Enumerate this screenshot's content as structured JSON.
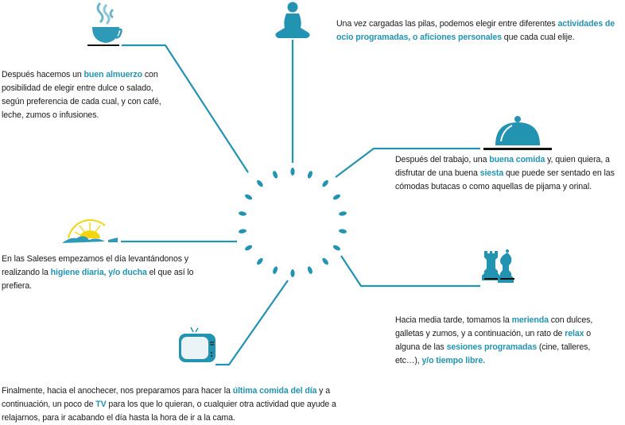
{
  "accent_color": "#2293b1",
  "steps": {
    "morning": {
      "icon": "sunrise-icon",
      "t1": "En las Saleses empezamos el día levantándonos y realizando la ",
      "h1": "higiene diaria, y/o ducha",
      "t2": " el que así lo prefiera."
    },
    "lunch": {
      "icon": "coffee-cup-icon",
      "t1": "Después hacemos un ",
      "h1": "buen almuerzo",
      "t2": " con posibilidad de elegir entre dulce o salado, según preferencia de cada cual, y con café, leche, zumos o infusiones."
    },
    "leisure": {
      "icon": "meditation-icon",
      "t1": "Una vez cargadas las pilas, podemos elegir entre diferentes ",
      "h1": "actividades de ocio programadas, o aficiones personales",
      "t2": " que cada cual elije."
    },
    "meal": {
      "icon": "serving-dome-icon",
      "t1": "Después del trabajo, una ",
      "h1": "buena comida",
      "t2": " y, quien quiera, a disfrutar de una buena ",
      "h2": "siesta",
      "t3": " que puede ser sentado en las cómodas butacas o como aquellas de pijama y orinal."
    },
    "afternoon": {
      "icon": "chess-pieces-icon",
      "t1": "Hacia media tarde, tomamos la ",
      "h1": "merienda",
      "t2": " con dulces, galletas y zumos, y a continuación, un rato de ",
      "h2": "relax",
      "t3": " o alguna de las ",
      "h3": "sesiones programadas",
      "t4": " (cine, talleres, etc…), ",
      "h4": "y/o tiempo libre."
    },
    "evening": {
      "icon": "tv-icon",
      "t1": "Finalmente, hacia el anochecer, nos preparamos para hacer la ",
      "h1": "última comida del día",
      "t2": " y a continuación, un poco de ",
      "h2": "TV",
      "t3": " para los que lo quieran, o cualquier otra actividad que ayude a relajarnos, para ir acabando el día hasta la hora de ir a la cama."
    }
  }
}
